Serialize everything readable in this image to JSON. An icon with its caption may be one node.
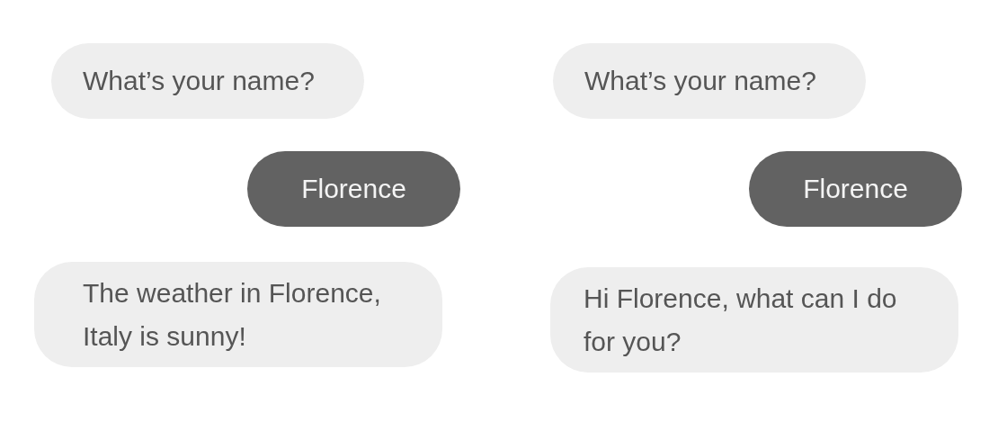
{
  "diagram": {
    "nodes": [
      {
        "text": [
          "What’s your name?"
        ]
      },
      {
        "text": [
          "Florence"
        ]
      },
      {
        "text": [
          "The weather in Florence, Italy is sunny!"
        ]
      },
      {
        "text": [
          "What’s your name?"
        ]
      },
      {
        "text": [
          "Florence"
        ]
      },
      {
        "text": [
          "Hi Florence, what can I do for you?"
        ]
      }
    ],
    "edges": []
  }
}
